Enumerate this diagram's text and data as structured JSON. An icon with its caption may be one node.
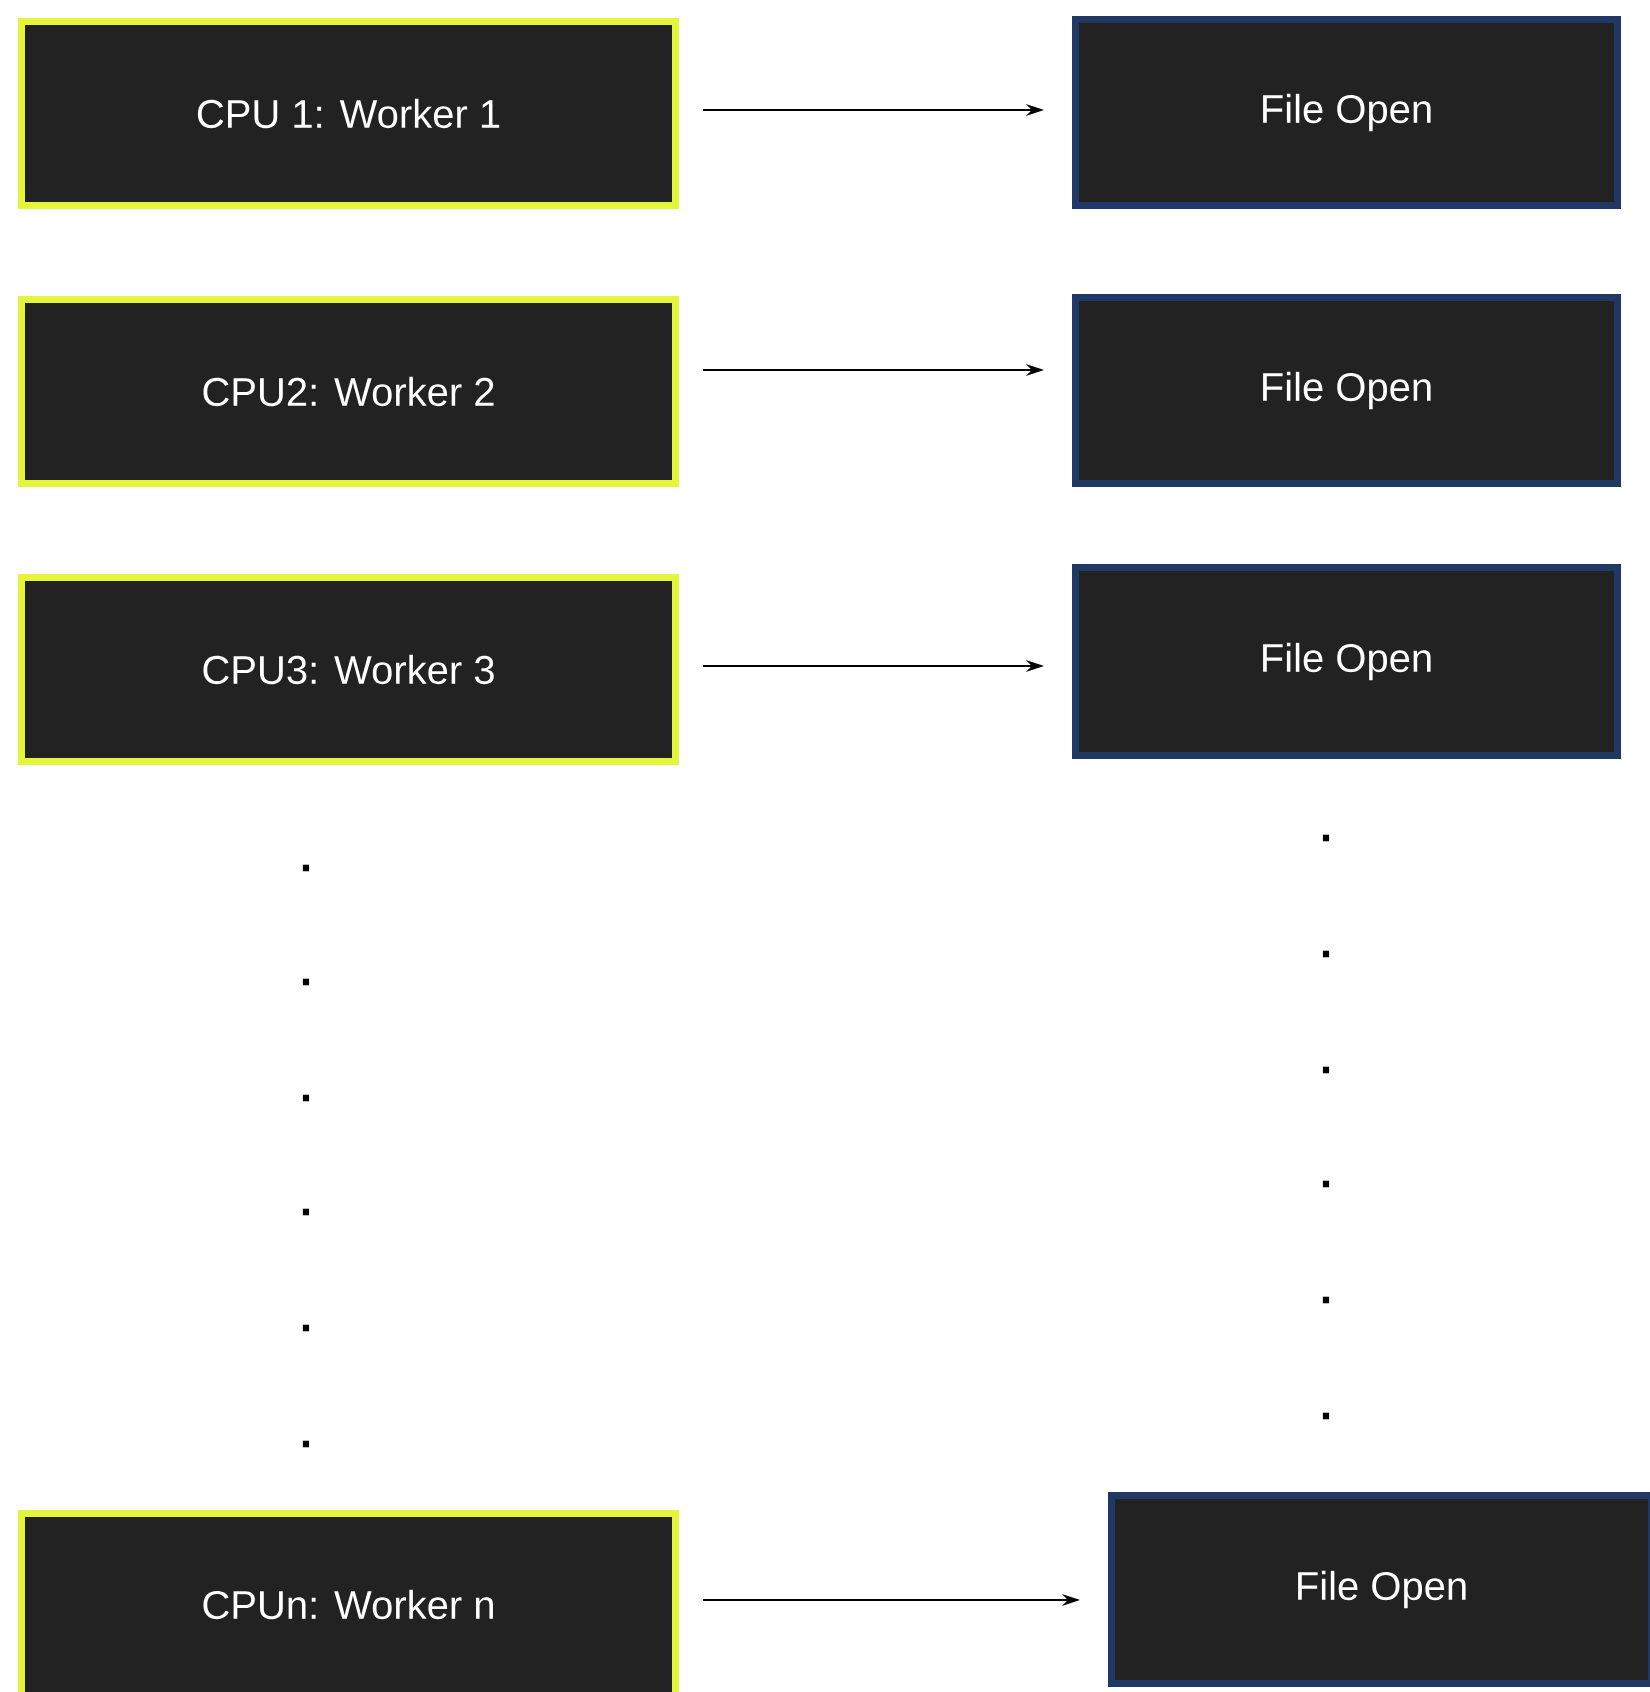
{
  "diagram": {
    "nodes": [
      {
        "text": [
          "CPU 1: Worker 1"
        ]
      },
      {
        "text": [
          "File Open"
        ]
      },
      {
        "text": [
          "CPU2: Worker 2"
        ]
      },
      {
        "text": [
          "File Open"
        ]
      },
      {
        "text": [
          "CPU3: Worker 3"
        ]
      },
      {
        "text": [
          "File Open"
        ]
      },
      {
        "text": [
          "CPUn: Worker n"
        ]
      },
      {
        "text": [
          "File Open"
        ]
      }
    ],
    "edges": [
      {
        "from": 0,
        "to": 1,
        "arrow": "to"
      },
      {
        "from": 2,
        "to": 3,
        "arrow": "to"
      },
      {
        "from": 4,
        "to": 5,
        "arrow": "to"
      },
      {
        "from": 6,
        "to": 7,
        "arrow": "to"
      }
    ],
    "labels": [
      ".",
      ".",
      ".",
      ".",
      ".",
      ".",
      ".",
      ".",
      ".",
      ".",
      ".",
      "."
    ]
  }
}
